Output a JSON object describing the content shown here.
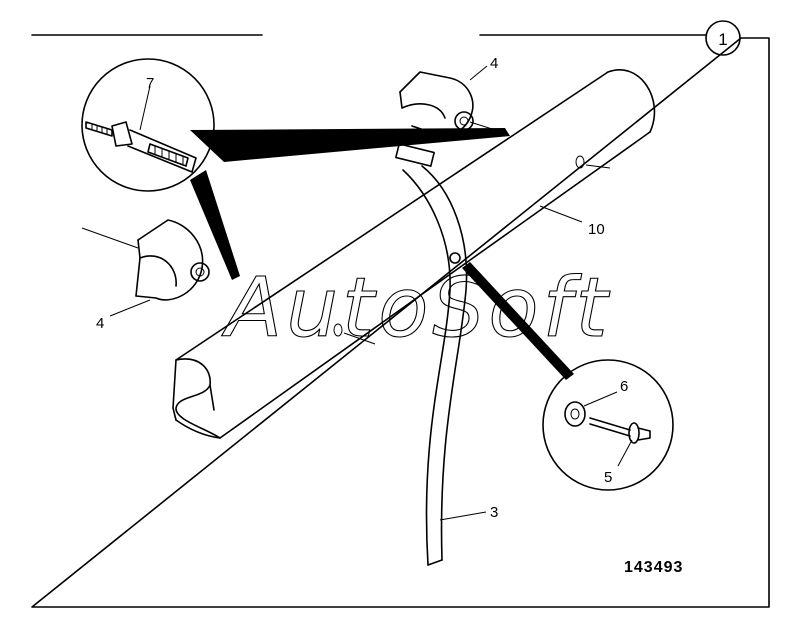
{
  "figure": {
    "number": "1",
    "id": "143493"
  },
  "watermark": "AutoSoft",
  "callouts": {
    "clip_top": "4",
    "clip_left": "4",
    "strap": "3",
    "tube": "10",
    "rivet_tool": "7",
    "washer": "6",
    "rivet": "5"
  },
  "icons": [
    "clip-icon",
    "tube-icon",
    "strap-icon",
    "rivet-tool-icon",
    "washer-icon",
    "rivet-icon"
  ],
  "colors": {
    "ink": "#000000",
    "paper": "#ffffff"
  }
}
